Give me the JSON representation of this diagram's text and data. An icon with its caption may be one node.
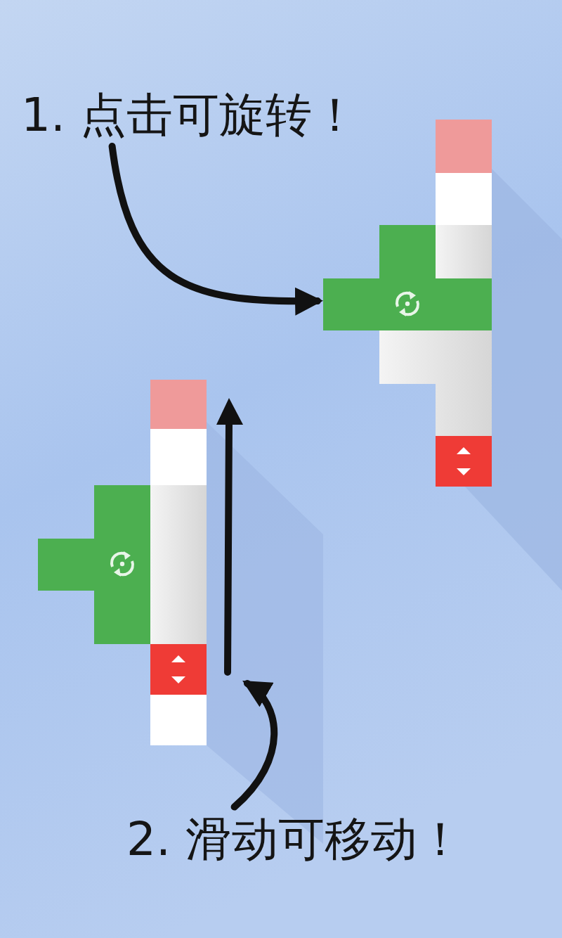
{
  "diagram": {
    "nodes": [
      {
        "text": [
          "1. 点击可旋转！"
        ]
      },
      {
        "text": [],
        "shape": "picture"
      },
      {
        "text": [
          "2. 滑动可移动！"
        ]
      }
    ],
    "edges": [
      {
        "from": 0,
        "to": 1,
        "arrow": "to"
      },
      {
        "from": 2,
        "to": null,
        "arrow": "to"
      }
    ]
  }
}
